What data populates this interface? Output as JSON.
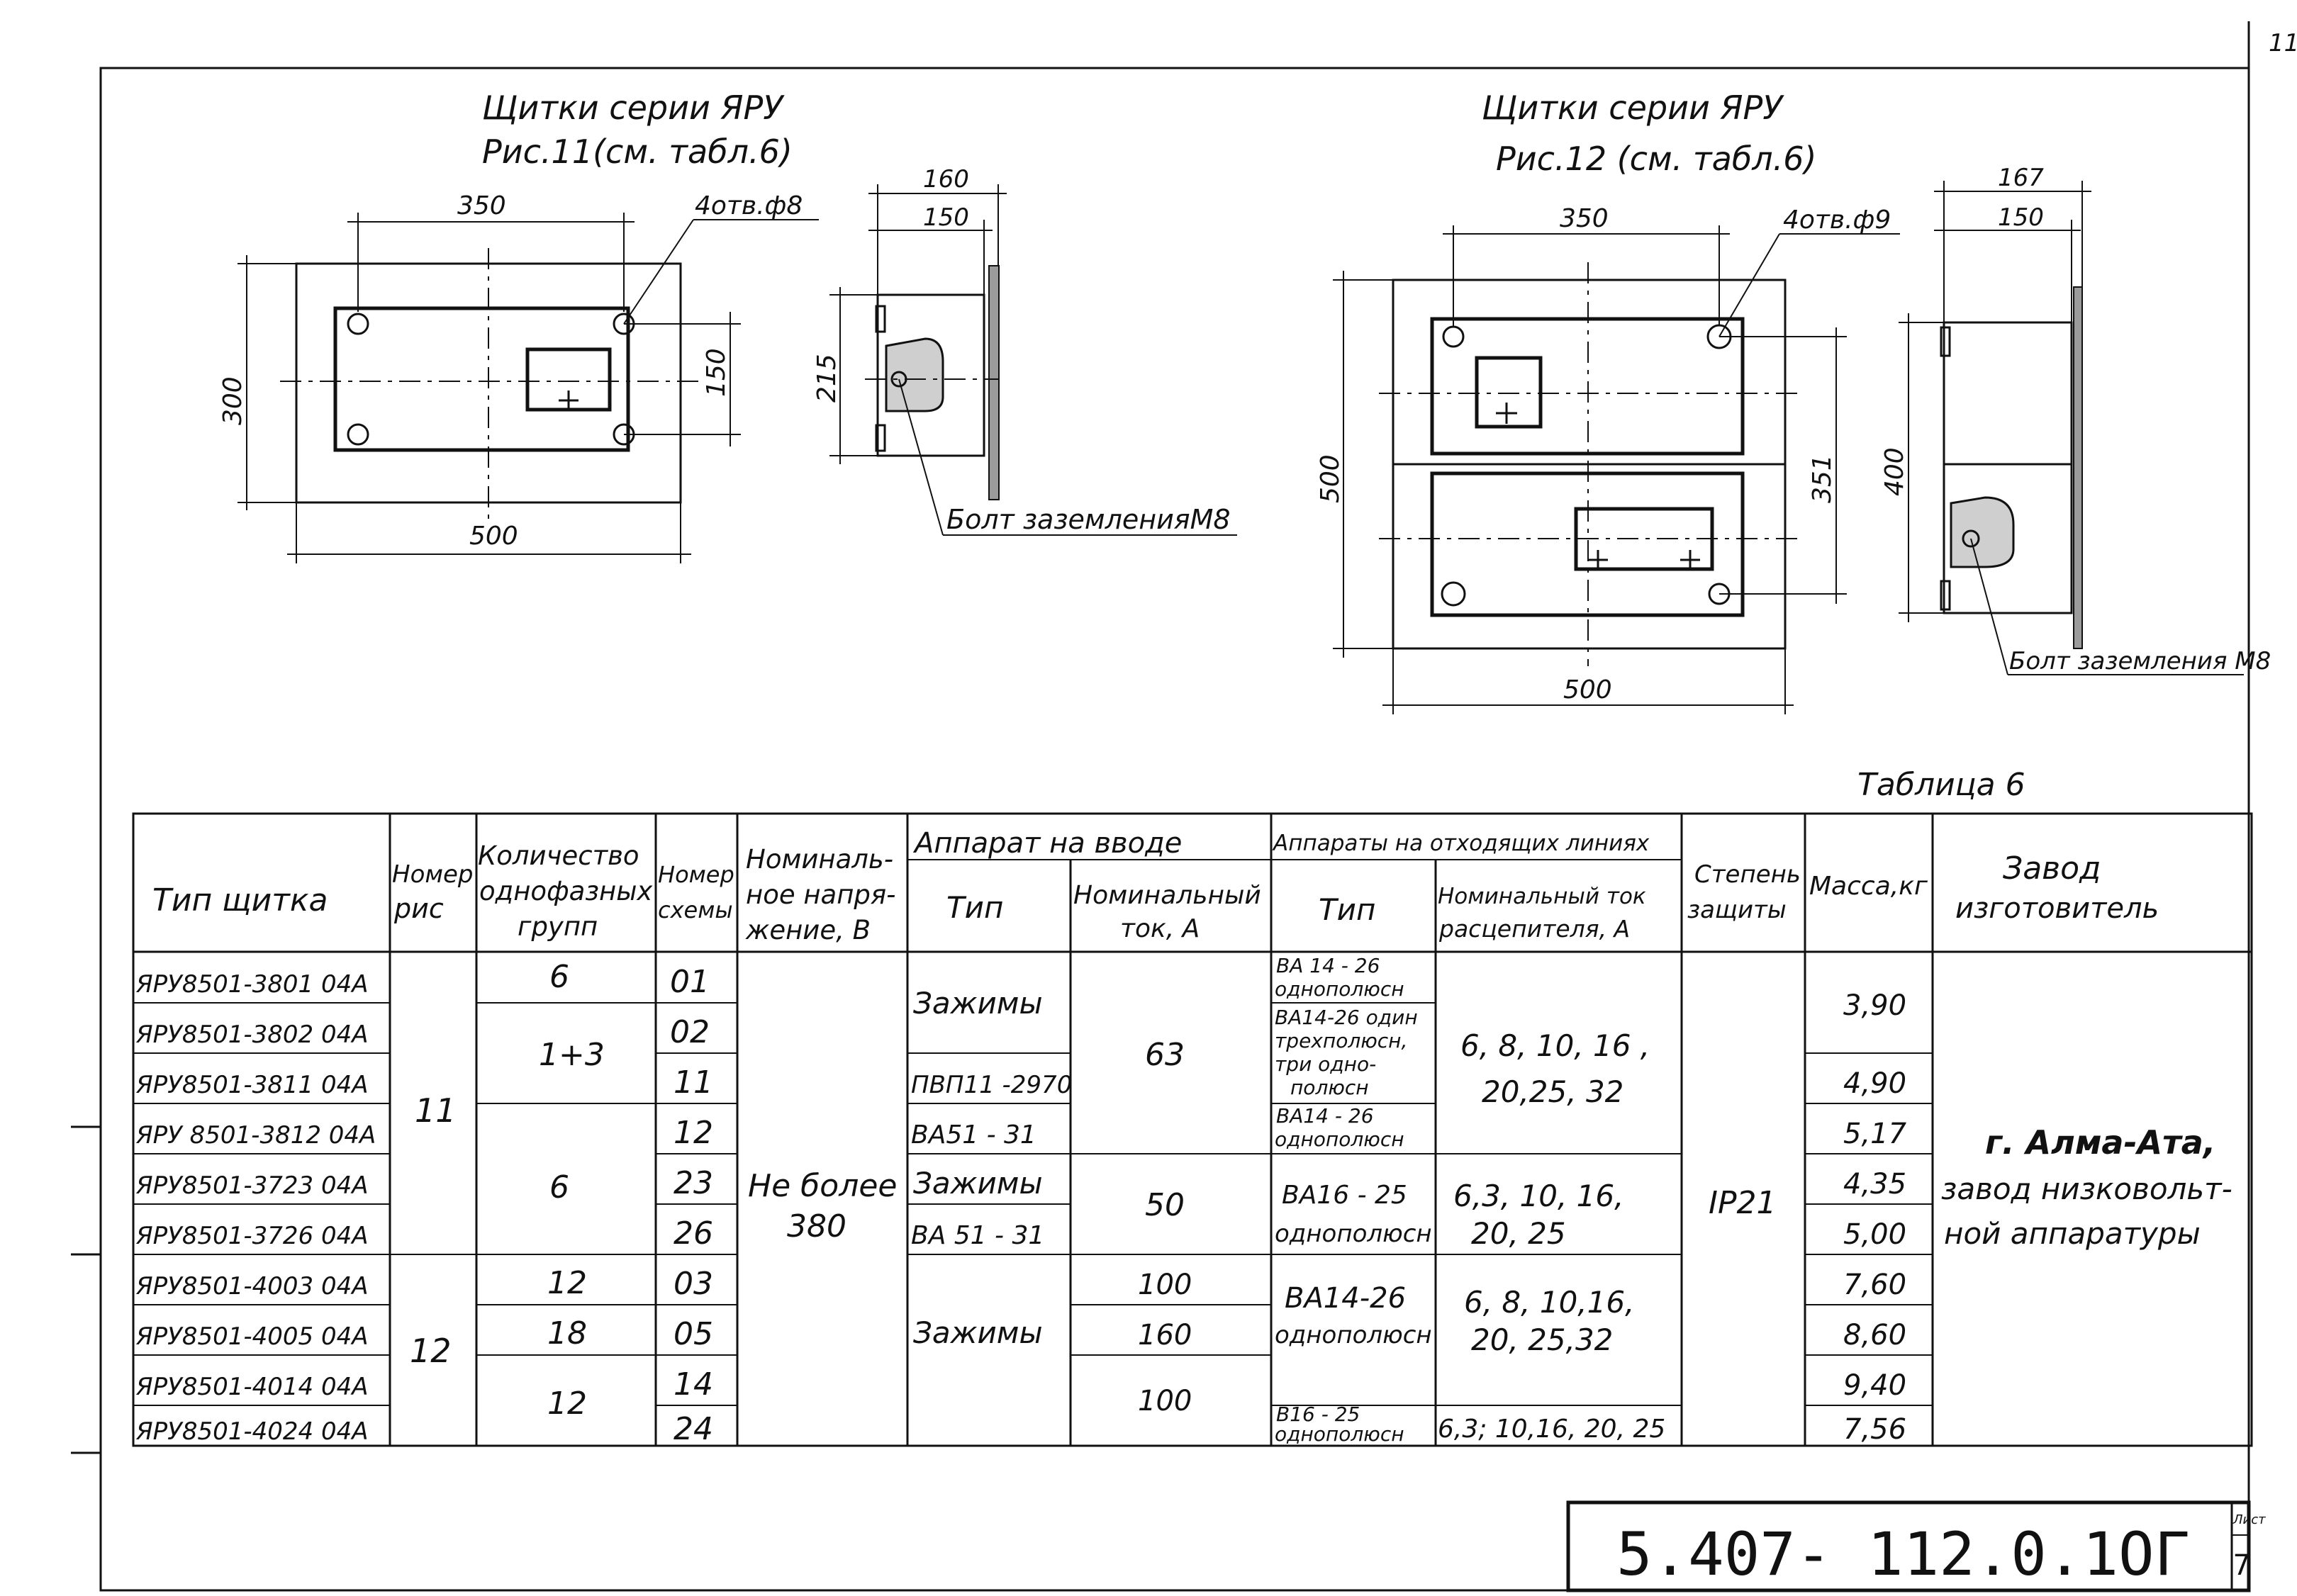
{
  "page_number": "11",
  "fig11": {
    "title_line1": "Щитки серии ЯРУ",
    "title_line2": "Рис.11(см. табл.6)",
    "dim_width_top": "350",
    "dim_width_bottom": "500",
    "dim_height_left": "300",
    "dim_height_right": "150",
    "holes_note": "4отв.ф8",
    "side_dim_160": "160",
    "side_dim_150": "150",
    "side_dim_215": "215",
    "ground_bolt": "Болт заземленияМ8"
  },
  "fig12": {
    "title_line1": "Щитки серии ЯРУ",
    "title_line2": "Рис.12 (см. табл.6)",
    "dim_width_top": "350",
    "dim_width_bottom": "500",
    "dim_height_left": "500",
    "dim_height_right": "351",
    "holes_note": "4отв.ф9",
    "side_dim_167": "167",
    "side_dim_150": "150",
    "side_dim_400": "400",
    "ground_bolt": "Болт заземления М8"
  },
  "table": {
    "caption": "Таблица 6",
    "headers": {
      "type": "Тип щитка",
      "fig_no": [
        "Номер",
        "рис"
      ],
      "groups": [
        "Количество",
        "однофазных",
        "групп"
      ],
      "scheme_no": [
        "Номер",
        "схемы"
      ],
      "voltage": [
        "Номиналь-",
        "ное напря-",
        "жение, В"
      ],
      "input_group": "Аппарат на вводе",
      "input_type": "Тип",
      "input_current": [
        "Номинальный",
        "ток, А"
      ],
      "outgoing_group": "Аппараты на отходящих линиях",
      "out_type": "Тип",
      "out_current": [
        "Номинальный ток",
        "расцепителя, А"
      ],
      "protection": [
        "Степень",
        "защиты"
      ],
      "mass": "Масса,кг",
      "manufacturer": [
        "Завод",
        "изготовитель"
      ]
    },
    "types": [
      "ЯРУ8501-3801 04А",
      "ЯРУ8501-3802 04А",
      "ЯРУ8501-3811 04А",
      "ЯРУ 8501-3812 04А",
      "ЯРУ8501-3723 04А",
      "ЯРУ8501-3726 04А",
      "ЯРУ8501-4003 04А",
      "ЯРУ8501-4005 04А",
      "ЯРУ8501-4014 04А",
      "ЯРУ8501-4024 04А"
    ],
    "schemes": [
      "01",
      "02",
      "11",
      "12",
      "23",
      "26",
      "03",
      "05",
      "14",
      "24"
    ],
    "fig_values": [
      "11",
      "12"
    ],
    "groups_values": [
      "6",
      "1+3",
      "6",
      "12",
      "18",
      "12"
    ],
    "voltage_value": [
      "Не более",
      "380"
    ],
    "input_types": [
      "Зажимы",
      "ПВП11 -2970",
      "ВА51 - 31",
      "Зажимы",
      "ВА 51 - 31",
      "Зажимы"
    ],
    "input_currents": [
      "63",
      "50",
      "100",
      "160",
      "100"
    ],
    "out_types": [
      [
        "ВА 14 - 26",
        "однополюсн"
      ],
      [
        "ВА14-26 один",
        "трехполюсн,",
        "три одно-",
        "полюсн"
      ],
      [
        "ВА14 - 26",
        "однополюсн"
      ],
      [
        "ВА16 - 25",
        "однополюсн"
      ],
      [
        "ВА14-26",
        "однополюсн"
      ],
      [
        "В16 - 25",
        "однополюсн"
      ]
    ],
    "out_currents": [
      [
        "6, 8, 10, 16 ,",
        "20,25, 32"
      ],
      [
        "6,3, 10, 16,",
        "20, 25"
      ],
      [
        "6, 8, 10,16,",
        "20, 25,32"
      ],
      [
        "6,3; 10,16, 20, 25"
      ]
    ],
    "protection_value": "IP21",
    "masses": [
      "3,90",
      "4,90",
      "5,17",
      "4,35",
      "5,00",
      "7,60",
      "8,60",
      "9,40",
      "7,56"
    ],
    "manufacturer_value": [
      "г. Алма-Ата,",
      "завод низковольт-",
      "ной аппаратуры"
    ]
  },
  "stamp": {
    "doc_number": "5.407- 112.0.1ОГ",
    "sheet_label": "Лист",
    "sheet_number": "7"
  }
}
